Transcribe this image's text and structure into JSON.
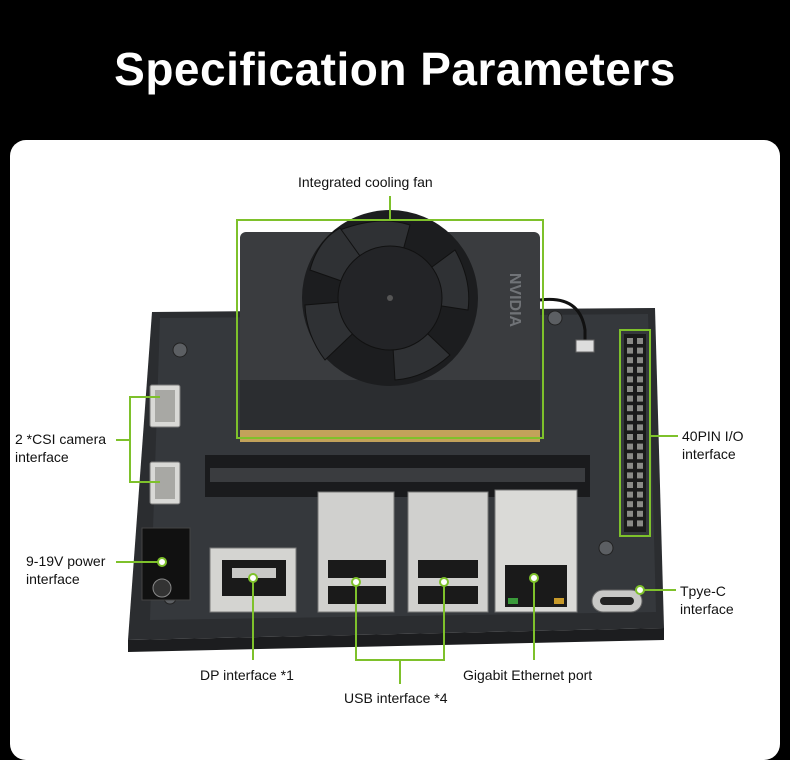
{
  "title": "Specification Parameters",
  "colors": {
    "accent": "#7ec12b",
    "background": "#000000",
    "panel": "#ffffff"
  },
  "labels": {
    "cooling_fan": "Integrated cooling fan",
    "csi_camera": [
      "2 *CSI camera",
      "interface"
    ],
    "power": [
      "9-19V power",
      "interface"
    ],
    "dp": "DP interface *1",
    "usb": "USB interface *4",
    "ethernet": "Gigabit Ethernet port",
    "io": [
      "40PIN I/O",
      "interface"
    ],
    "typec": [
      "Tpye-C",
      "interface"
    ]
  },
  "board": {
    "logo_text": "NVIDIA"
  }
}
